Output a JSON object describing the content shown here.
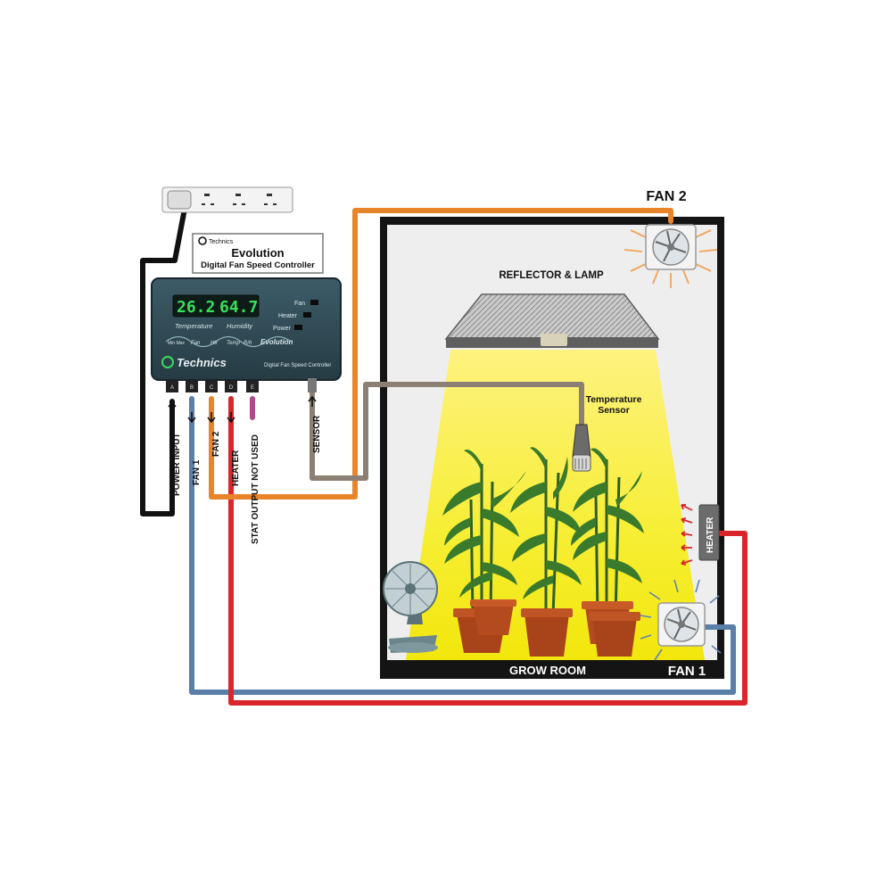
{
  "colors": {
    "power_wire": "#111111",
    "fan1_wire": "#5a7fa8",
    "fan2_wire": "#e8842a",
    "heater_wire": "#d9262c",
    "stat_wire": "#b04a8a",
    "sensor_wire": "#8c7f74",
    "controller_body": "#2f4a55",
    "light_beam": "#fff04a"
  },
  "power_strip": {
    "icon": "power-strip-icon"
  },
  "controller_label": {
    "brand": "Technics",
    "title": "Evolution",
    "subtitle": "Digital Fan Speed Controller"
  },
  "controller": {
    "display_temperature": "26.2",
    "display_humidity": "64.7",
    "indicator_fan": "Fan",
    "indicator_heater": "Heater",
    "indicator_power": "Power",
    "label_temperature": "Temperature",
    "label_humidity": "Humidity",
    "mode_min_max": "Min Max",
    "mode_fan": "Fan",
    "mode_htr": "Htr",
    "mode_temp": "Temp",
    "mode_rh": "R/h",
    "mode_evolution": "Evolution",
    "brand": "Technics",
    "model_text": "Digital Fan Speed Controller",
    "ports": [
      "A",
      "B",
      "C",
      "D",
      "E"
    ]
  },
  "port_labels": {
    "power_input": "POWER INPUT",
    "fan1": "FAN 1",
    "fan2": "FAN 2",
    "heater": "HEATER",
    "stat": "STAT OUTPUT NOT USED",
    "sensor": "SENSOR"
  },
  "room": {
    "fan2_label": "FAN 2",
    "reflector_label": "REFLECTOR & LAMP",
    "sensor_label_line1": "Temperature",
    "sensor_label_line2": "Sensor",
    "heater_label": "HEATER",
    "grow_room_label": "GROW ROOM",
    "fan1_label": "FAN 1"
  }
}
